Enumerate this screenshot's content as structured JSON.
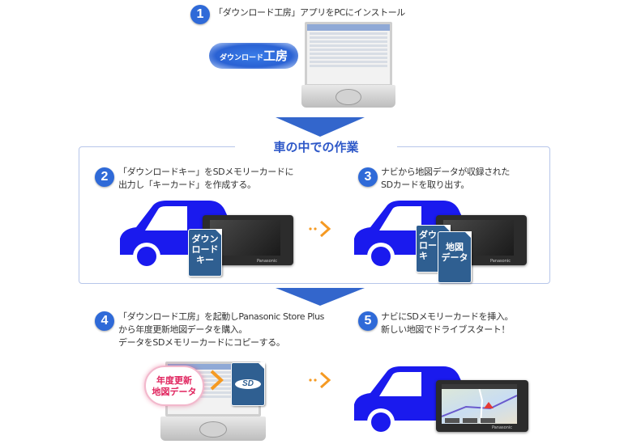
{
  "steps": [
    {
      "number": "1",
      "lines": [
        "「ダウンロード工房」アプリをPCにインストール"
      ]
    },
    {
      "number": "2",
      "lines": [
        "「ダウンロードキー」をSDメモリーカードに",
        "出力し「キーカード」を作成する。"
      ]
    },
    {
      "number": "3",
      "lines": [
        "ナビから地図データが収録された",
        "SDカードを取り出す。"
      ]
    },
    {
      "number": "4",
      "lines": [
        "「ダウンロード工房」を起動しPanasonic Store Plus",
        "から年度更新地図データを購入。",
        "データをSDメモリーカードにコピーする。"
      ]
    },
    {
      "number": "5",
      "lines": [
        "ナビにSDメモリーカードを挿入。",
        "新しい地図でドライブスタート！"
      ]
    }
  ],
  "section_title": "車の中での作業",
  "app_badge": {
    "prefix": "ダウンロード",
    "suffix": "工房"
  },
  "key_card_lines": [
    "ダウン",
    "ロード",
    "キー"
  ],
  "key_card_back_lines": [
    "ダウ",
    "ロー",
    "キ"
  ],
  "map_card_lines": [
    "地図",
    "データ"
  ],
  "update_badge_lines": [
    "年度更新",
    "地図データ"
  ],
  "sd_logo": "SD",
  "navi_brand": "Panasonic",
  "colors": {
    "primary_blue": "#2f6ad8",
    "car_blue": "#1a1aee",
    "arrow_blue": "#3366cc",
    "card_blue": "#2f5f91",
    "update_pink": "#e0245e"
  }
}
